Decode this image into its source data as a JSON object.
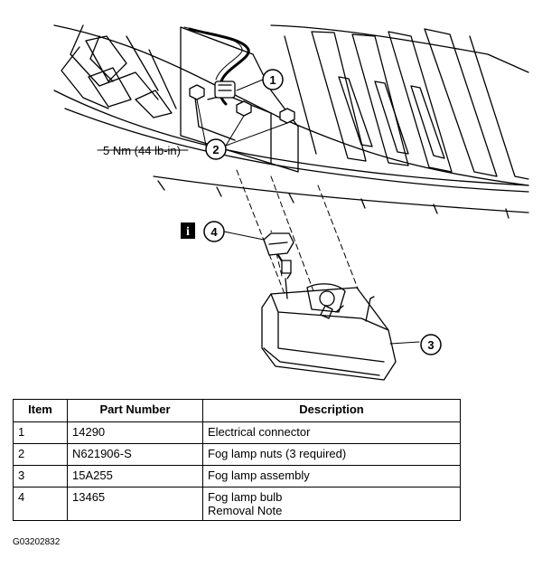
{
  "diagram": {
    "torque_label": "5 Nm (44 lb-in)",
    "callouts": [
      "1",
      "2",
      "3",
      "4"
    ],
    "info_icon": "i"
  },
  "table": {
    "headers": [
      "Item",
      "Part Number",
      "Description"
    ],
    "rows": [
      {
        "item": "1",
        "part": "14290",
        "desc": [
          "Electrical connector"
        ]
      },
      {
        "item": "2",
        "part": "N621906-S",
        "desc": [
          "Fog lamp nuts (3 required)"
        ]
      },
      {
        "item": "3",
        "part": "15A255",
        "desc": [
          "Fog lamp assembly"
        ]
      },
      {
        "item": "4",
        "part": "13465",
        "desc": [
          "Fog lamp bulb",
          "Removal Note"
        ]
      }
    ]
  },
  "figure_code": "G03202832"
}
